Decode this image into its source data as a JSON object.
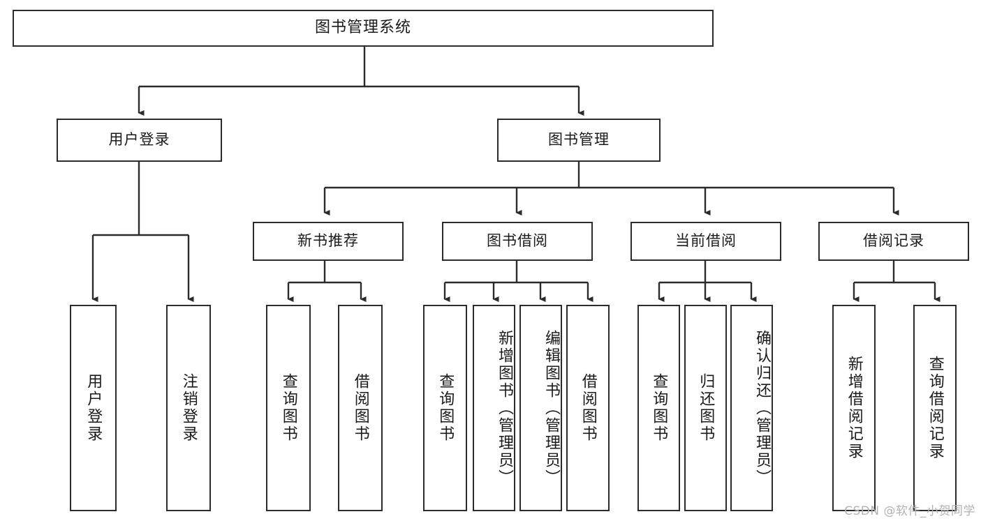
{
  "diagram": {
    "title": "图书管理系统",
    "type": "tree-hierarchy-diagram",
    "root": {
      "label": "图书管理系统"
    },
    "level2": [
      {
        "label": "用户登录"
      },
      {
        "label": "图书管理"
      }
    ],
    "level3": [
      {
        "label": "新书推荐"
      },
      {
        "label": "图书借阅"
      },
      {
        "label": "当前借阅"
      },
      {
        "label": "借阅记录"
      }
    ],
    "leaves_user_login": [
      {
        "label": "用户登录"
      },
      {
        "label": "注销登录"
      }
    ],
    "leaves_new_book": [
      {
        "label": "查询图书"
      },
      {
        "label": "借阅图书"
      }
    ],
    "leaves_borrow": [
      {
        "label": "查询图书"
      },
      {
        "label": "新增图书（管理员）"
      },
      {
        "label": "编辑图书（管理员）"
      },
      {
        "label": "借阅图书"
      }
    ],
    "leaves_current": [
      {
        "label": "查询图书"
      },
      {
        "label": "归还图书"
      },
      {
        "label": "确认归还（管理员）"
      }
    ],
    "leaves_record": [
      {
        "label": "新增借阅记录"
      },
      {
        "label": "查询借阅记录"
      }
    ]
  },
  "watermark": {
    "text": "CSDN @软件_小贺同学"
  },
  "colors": {
    "stroke": "#2b2b2b",
    "background": "#ffffff",
    "text": "#1a1a1a",
    "watermark": "#b3b3b3"
  }
}
